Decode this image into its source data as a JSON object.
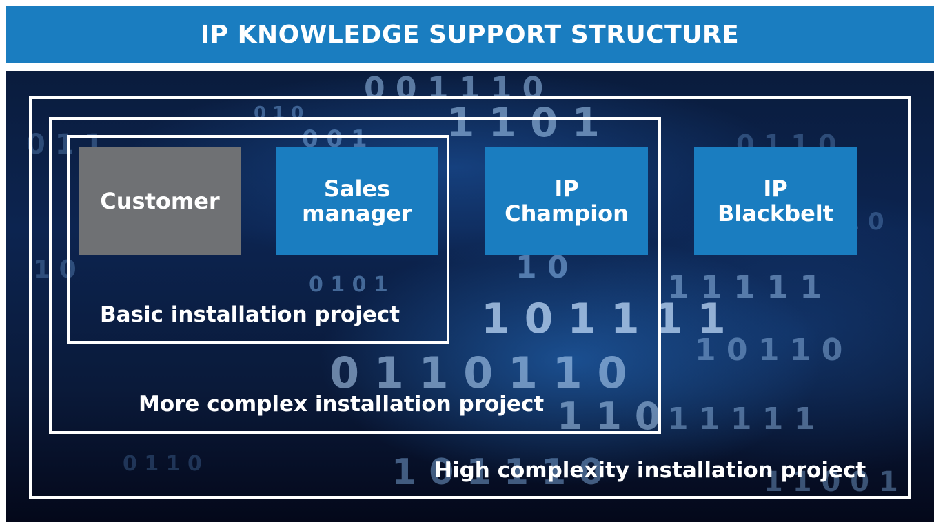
{
  "header": {
    "title": "IP KNOWLEDGE SUPPORT STRUCTURE"
  },
  "roles": [
    {
      "label": "Customer",
      "color": "#6f7174"
    },
    {
      "label": "Sales\nmanager",
      "color": "#1a7dc0"
    },
    {
      "label": "IP\nChampion",
      "color": "#1a7dc0"
    },
    {
      "label": "IP\nBlackbelt",
      "color": "#1a7dc0"
    }
  ],
  "projects": {
    "basic": "Basic installation project",
    "complex": "More complex installation project",
    "high": "High complexity installation project"
  },
  "colors": {
    "brand_blue": "#1a7dc0",
    "gray": "#6f7174",
    "frame": "#ffffff"
  }
}
